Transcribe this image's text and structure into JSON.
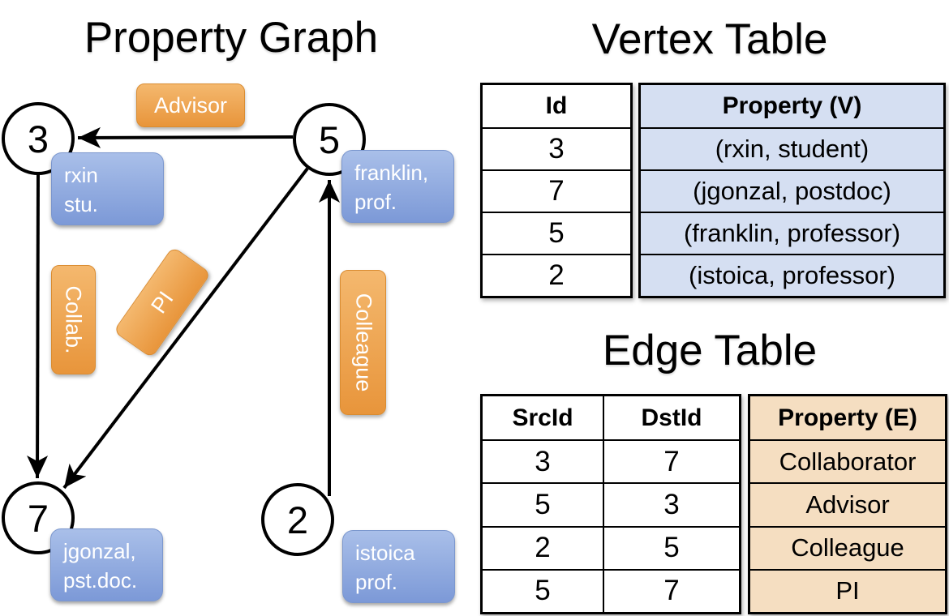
{
  "colors": {
    "orange_top": "#F4B86E",
    "orange_bottom": "#E8953B",
    "orange_border": "#DA8C31",
    "blue_top": "#A9BFE9",
    "blue_bottom": "#7C99D7",
    "blue_border": "#7B97CE",
    "vertex_fill": "#D5DFF2",
    "edge_fill": "#F5DEC1",
    "line_color": "#000000"
  },
  "graph": {
    "title": "Property Graph",
    "nodes": {
      "n3": {
        "id": "3",
        "line1": "rxin",
        "line2": "stu."
      },
      "n5": {
        "id": "5",
        "line1": "franklin,",
        "line2": "prof."
      },
      "n7": {
        "id": "7",
        "line1": "jgonzal,",
        "line2": "pst.doc."
      },
      "n2": {
        "id": "2",
        "line1": "istoica",
        "line2": "prof."
      }
    },
    "edge_labels": {
      "advisor": "Advisor",
      "collab": "Collab.",
      "pi": "PI",
      "colleague": "Colleague"
    }
  },
  "vertex_table": {
    "title": "Vertex Table",
    "headers": {
      "id": "Id",
      "property": "Property (V)"
    },
    "rows": [
      {
        "id": "3",
        "property": "(rxin, student)"
      },
      {
        "id": "7",
        "property": "(jgonzal, postdoc)"
      },
      {
        "id": "5",
        "property": "(franklin, professor)"
      },
      {
        "id": "2",
        "property": "(istoica, professor)"
      }
    ]
  },
  "edge_table": {
    "title": "Edge Table",
    "headers": {
      "src": "SrcId",
      "dst": "DstId",
      "property": "Property (E)"
    },
    "rows": [
      {
        "src": "3",
        "dst": "7",
        "property": "Collaborator"
      },
      {
        "src": "5",
        "dst": "3",
        "property": "Advisor"
      },
      {
        "src": "2",
        "dst": "5",
        "property": "Colleague"
      },
      {
        "src": "5",
        "dst": "7",
        "property": "PI"
      }
    ]
  }
}
